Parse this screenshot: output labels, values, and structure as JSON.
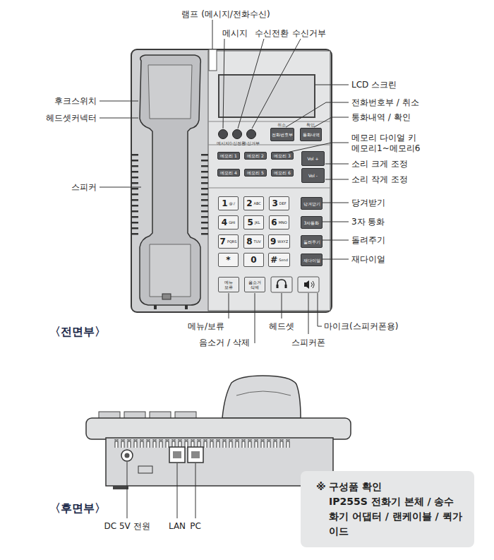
{
  "diagram": {
    "nodes": [
      {
        "text": [
          "전화번호부"
        ]
      },
      {
        "text": [
          "통화내역"
        ]
      },
      {
        "text": [
          "메모리 1"
        ]
      },
      {
        "text": [
          "메모리 2"
        ]
      },
      {
        "text": [
          "메모리 3"
        ]
      },
      {
        "text": [
          "Vol +"
        ]
      },
      {
        "text": [
          "메모리 4"
        ]
      },
      {
        "text": [
          "메모리 5"
        ]
      },
      {
        "text": [
          "메모리 6"
        ]
      },
      {
        "text": [
          "Vol -"
        ]
      },
      {
        "text": [
          "1",
          "@:/"
        ]
      },
      {
        "text": [
          "2",
          "ABC"
        ]
      },
      {
        "text": [
          "3",
          "DEF"
        ]
      },
      {
        "text": [
          "당겨받기"
        ]
      },
      {
        "text": [
          "4",
          "GHI"
        ]
      },
      {
        "text": [
          "5",
          "JKL"
        ]
      },
      {
        "text": [
          "6",
          "MNO"
        ]
      },
      {
        "text": [
          "3자통화"
        ]
      },
      {
        "text": [
          "7",
          "PQRS"
        ]
      },
      {
        "text": [
          "8",
          "TUV"
        ]
      },
      {
        "text": [
          "9",
          "WXYZ"
        ]
      },
      {
        "text": [
          "돌려주기"
        ]
      },
      {
        "text": [
          "*"
        ]
      },
      {
        "text": [
          "0"
        ]
      },
      {
        "text": [
          "#",
          "Send"
        ]
      },
      {
        "text": [
          "재다이얼"
        ]
      },
      {
        "text": [
          "메뉴",
          "보류"
        ]
      },
      {
        "text": [
          "음소거",
          "삭제"
        ]
      },
      {
        "text": [
          "※ 구성품 확인",
          "IP255S 전화기 본체 / 송수화기 어댑터 / 랜케이블 / 퀵가이드"
        ]
      }
    ],
    "labels": [
      "램프 (메시지/전화수신)",
      "메시지",
      "수신전환",
      "수신거부",
      "LCD 스크린",
      "전화번호부 / 취소",
      "통화내역 / 확인",
      "메모리 다이얼 키",
      "메모리1~메모리6",
      "소리 크게 조정",
      "소리 작게 조정",
      "당겨받기",
      "3자 통화",
      "돌려주기",
      "재다이얼",
      "후크스위치",
      "헤드셋커넥터",
      "스피커",
      "메뉴/보류",
      "헤드셋",
      "마이크(스피커폰용)",
      "음소거 / 삭제",
      "스피커폰",
      "〈전면부〉",
      "〈후면부〉",
      "DC 5V 전원",
      "LAN",
      "PC",
      "메시지",
      "수신전환",
      "수신거부",
      "취소",
      "확인"
    ]
  }
}
